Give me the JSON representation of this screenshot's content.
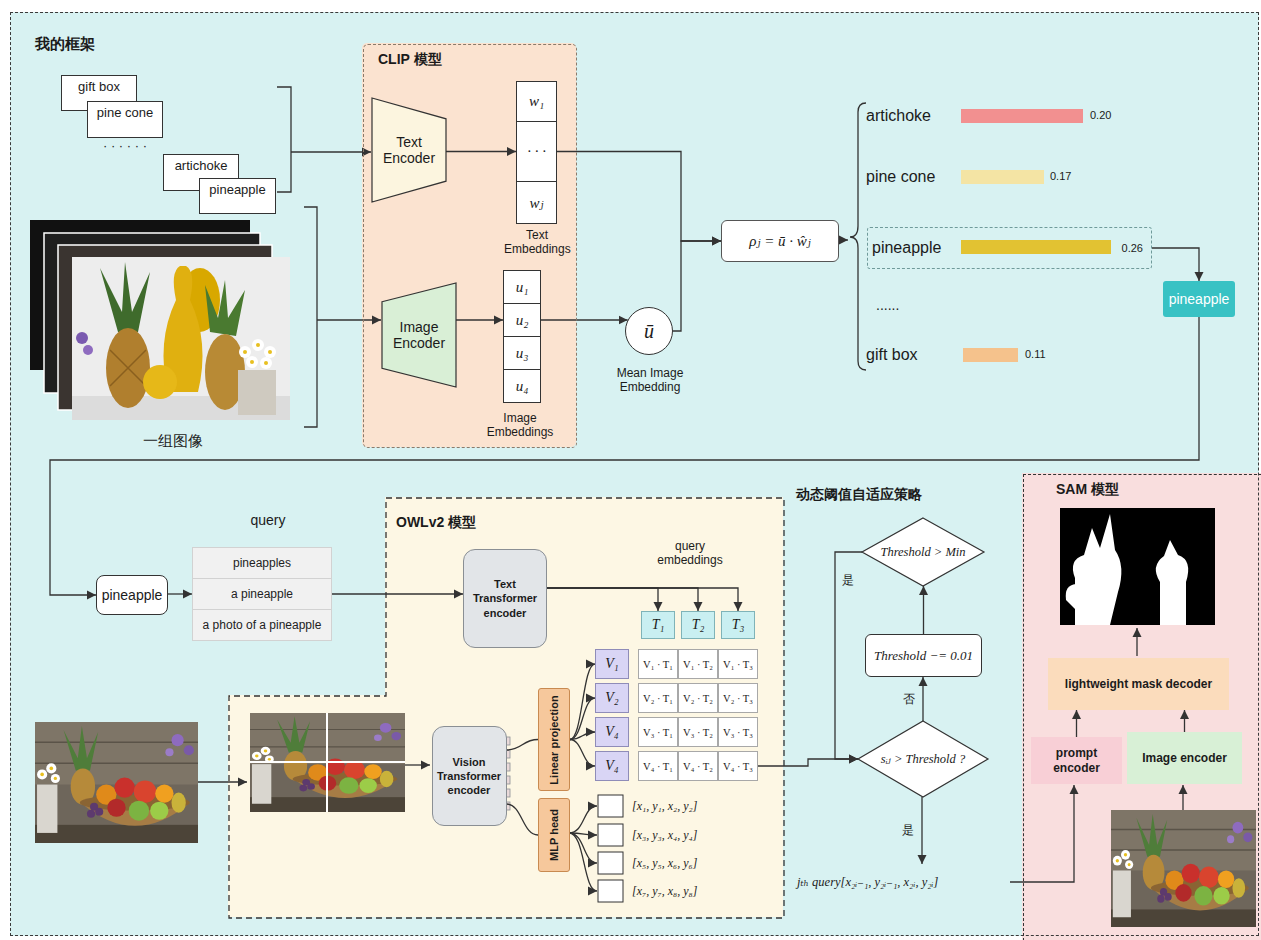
{
  "diagram": {
    "nodes": [
      {
        "text": [
          "我的框架"
        ]
      },
      {
        "text": [
          "gift box"
        ],
        "in": 0
      },
      {
        "text": [
          "pine cone"
        ],
        "in": 0
      },
      {
        "text": [
          "artichoke"
        ],
        "in": 0
      },
      {
        "text": [
          "pineapple"
        ],
        "in": 0
      },
      {
        "text": [
          "CLIP 模型"
        ],
        "in": 0
      },
      {
        "text": [
          "Text Encoder"
        ],
        "in": 5
      },
      {
        "text": [
          "w₁"
        ],
        "in": 5
      },
      {
        "text": [
          "· · ·"
        ],
        "in": 5
      },
      {
        "text": [
          "wⱼ"
        ],
        "in": 5
      },
      {
        "text": [
          "Image Encoder"
        ],
        "in": 5
      },
      {
        "text": [
          "u₁"
        ],
        "in": 5
      },
      {
        "text": [
          "u₂"
        ],
        "in": 5
      },
      {
        "text": [
          "u₃"
        ],
        "in": 5
      },
      {
        "text": [
          "u₄"
        ],
        "in": 5
      },
      {
        "text": [
          "ū"
        ],
        "in": 0
      },
      {
        "text": [
          "ρⱼ = ū · ŵⱼ"
        ],
        "in": 0
      },
      {
        "text": [
          "pineapple",
          "0.26"
        ],
        "in": 0
      },
      {
        "text": [
          "pineapple"
        ],
        "in": 0
      },
      {
        "text": [
          "pineapple"
        ],
        "in": 0
      },
      {
        "text": [
          "pineapples"
        ],
        "in": 0
      },
      {
        "text": [
          "a pineapple"
        ],
        "in": 0
      },
      {
        "text": [
          "a photo of a pineapple"
        ],
        "in": 0
      },
      {
        "text": [
          "OWLv2 模型"
        ],
        "in": 0
      },
      {
        "text": [
          "Text Transformer encoder"
        ],
        "in": 23
      },
      {
        "text": [
          "T₁"
        ],
        "in": 23
      },
      {
        "text": [
          "T₂"
        ],
        "in": 23
      },
      {
        "text": [
          "T₃"
        ],
        "in": 23
      },
      {
        "text": [
          "V₁"
        ],
        "in": 23
      },
      {
        "text": [
          "V₂"
        ],
        "in": 23
      },
      {
        "text": [
          "V₄"
        ],
        "in": 23
      },
      {
        "text": [
          "V₄"
        ],
        "in": 23
      },
      {
        "text": [
          "V₁ · T₁"
        ],
        "in": 23
      },
      {
        "text": [
          "V₁ · T₂"
        ],
        "in": 23
      },
      {
        "text": [
          "V₁ · T₃"
        ],
        "in": 23
      },
      {
        "text": [
          "V₂ · T₁"
        ],
        "in": 23
      },
      {
        "text": [
          "V₂ · T₂"
        ],
        "in": 23
      },
      {
        "text": [
          "V₂ · T₃"
        ],
        "in": 23
      },
      {
        "text": [
          "V₃ · T₁"
        ],
        "in": 23
      },
      {
        "text": [
          "V₃ · T₂"
        ],
        "in": 23
      },
      {
        "text": [
          "V₃ · T₃"
        ],
        "in": 23
      },
      {
        "text": [
          "V₄ · T₁"
        ],
        "in": 23
      },
      {
        "text": [
          "V₄ · T₂"
        ],
        "in": 23
      },
      {
        "text": [
          "V₄ · T₃"
        ],
        "in": 23
      },
      {
        "text": [
          "Vision Transformer encoder"
        ],
        "in": 23
      },
      {
        "text": [
          "Linear projection"
        ],
        "in": 23
      },
      {
        "text": [
          "MLP head"
        ],
        "in": 23
      },
      {
        "text": [
          "Threshold > Min"
        ],
        "in": 0
      },
      {
        "text": [
          "Threshold −= 0.01"
        ],
        "in": 0
      },
      {
        "text": [
          "sᵢⱼ > Threshold ?"
        ],
        "in": 0
      },
      {
        "text": [
          "SAM 模型"
        ],
        "in": 0
      },
      {
        "text": [
          "lightweight mask decoder"
        ],
        "in": 50
      },
      {
        "text": [
          "prompt encoder"
        ],
        "in": 50
      },
      {
        "text": [
          "Image encoder"
        ],
        "in": 50
      }
    ],
    "edges": [
      {
        "from": 6,
        "to": 8,
        "arrow": "to"
      },
      {
        "from": 10,
        "to": 12,
        "arrow": "to"
      },
      {
        "from": 12,
        "to": 15,
        "arrow": "to"
      },
      {
        "from": 8,
        "to": 16,
        "arrow": "to"
      },
      {
        "from": 15,
        "to": 16,
        "arrow": "to"
      },
      {
        "from": 17,
        "to": 18,
        "arrow": "to"
      },
      {
        "from": 18,
        "to": 19,
        "arrow": "to"
      },
      {
        "from": 19,
        "to": 21,
        "arrow": "to"
      },
      {
        "from": 21,
        "to": 24,
        "arrow": "to"
      },
      {
        "from": 24,
        "to": 25,
        "arrow": "to"
      },
      {
        "from": 24,
        "to": 26,
        "arrow": "to"
      },
      {
        "from": 24,
        "to": 27,
        "arrow": "to"
      },
      {
        "from": 44,
        "to": 45,
        "arrow": "none"
      },
      {
        "from": 44,
        "to": 46,
        "arrow": "none"
      },
      {
        "from": 45,
        "to": 28,
        "arrow": "to"
      },
      {
        "from": 45,
        "to": 29,
        "arrow": "to"
      },
      {
        "from": 45,
        "to": 30,
        "arrow": "to"
      },
      {
        "from": 45,
        "to": 31,
        "arrow": "to"
      },
      {
        "from": 43,
        "to": 49,
        "arrow": "to"
      },
      {
        "from": 49,
        "to": 48,
        "label": "否",
        "arrow": "to"
      },
      {
        "from": 48,
        "to": 47,
        "arrow": "to"
      },
      {
        "from": 47,
        "to": 49,
        "label": "是",
        "arrow": "to"
      },
      {
        "from": 52,
        "to": 51,
        "arrow": "to"
      },
      {
        "from": 53,
        "to": 51,
        "arrow": "to"
      }
    ],
    "labels": [
      "· · · · · ·",
      "一组图像",
      "Text Embeddings",
      "Image Embeddings",
      "Mean Image Embedding",
      "artichoke",
      "0.20",
      "pine cone",
      "0.17",
      "......",
      "gift box",
      "0.11",
      "query",
      "query embeddings",
      "[x₁, y₁, x₂, y₂]",
      "[x₃, y₃, x₄, y₄]",
      "[x₅, y₅, x₆, y₆]",
      "[x₇, y₇, x₈, y₈]",
      "动态阈值自适应策略",
      "是",
      "jₜₕ query[x₂ᵢ₋₁, y₂ᵢ₋₁, x₂ᵢ, y₂ᵢ]"
    ]
  }
}
